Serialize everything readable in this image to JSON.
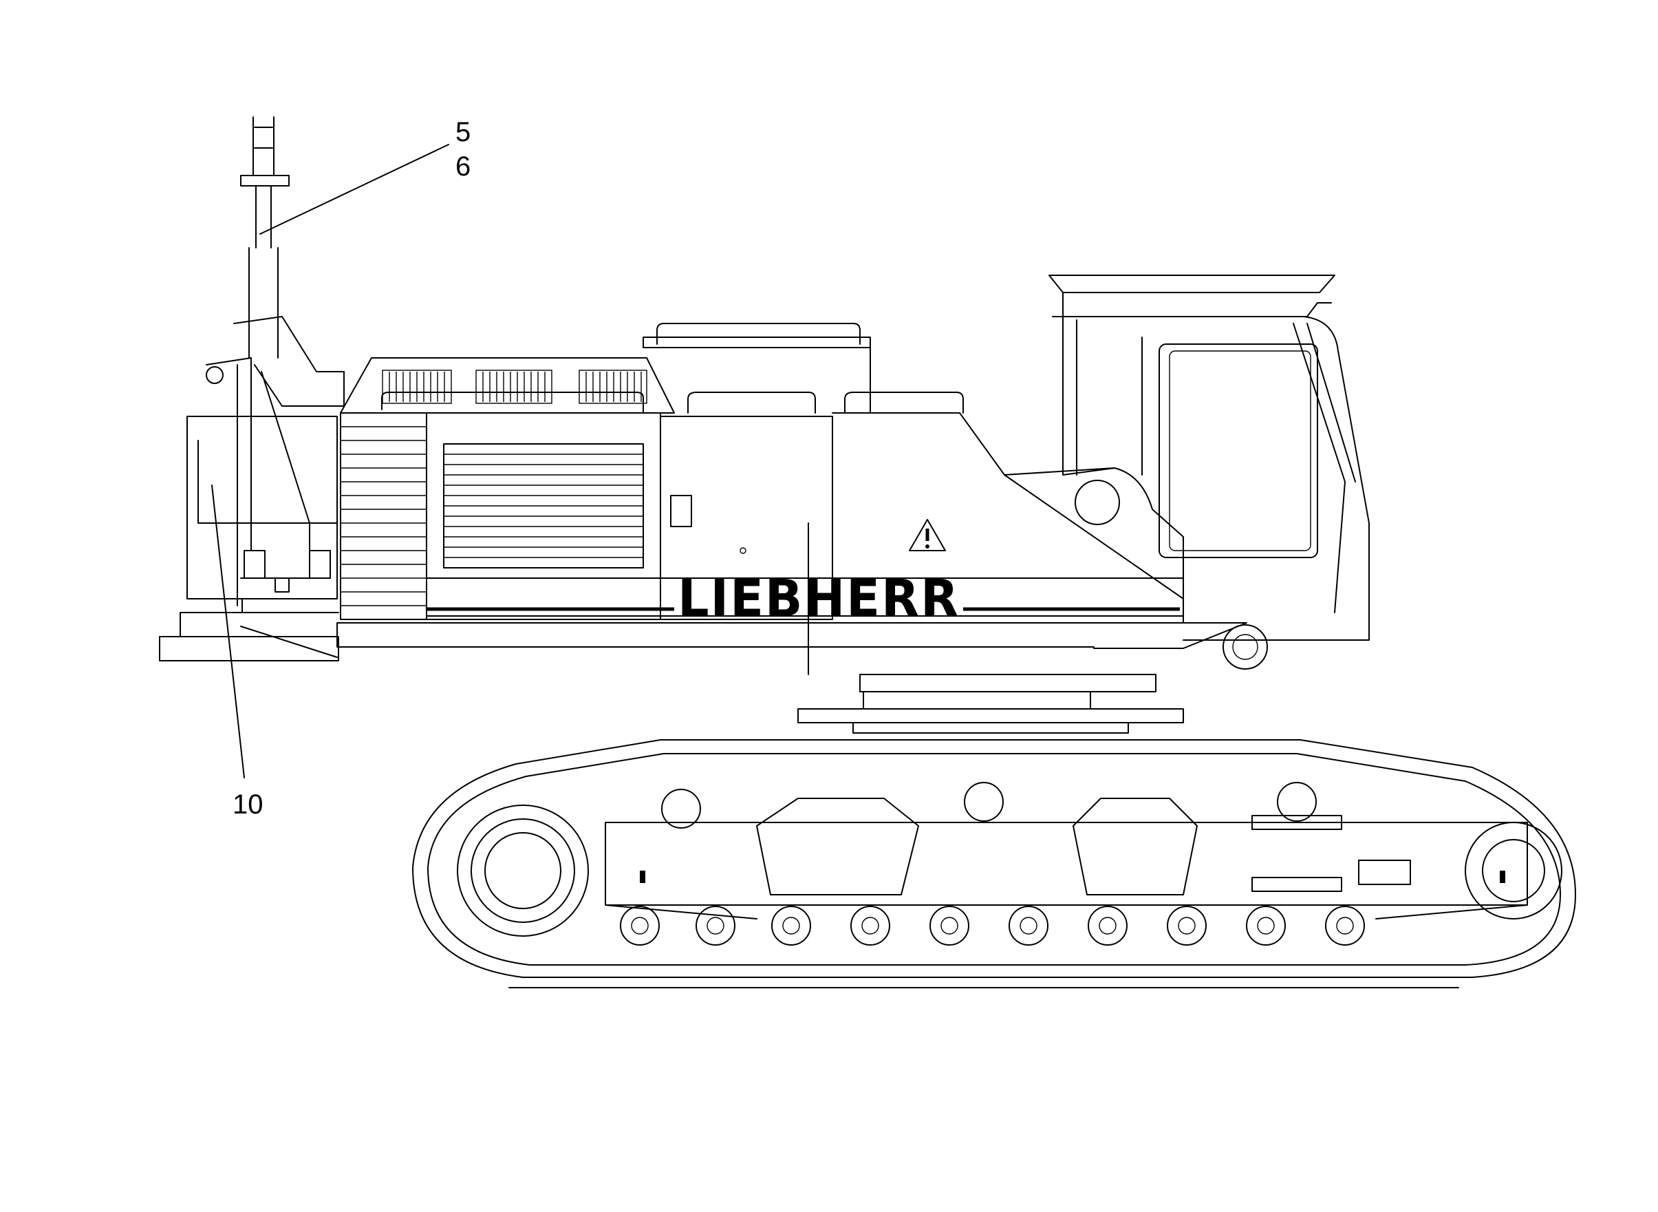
{
  "callouts": [
    {
      "id": "5",
      "label": "5"
    },
    {
      "id": "6",
      "label": "6"
    },
    {
      "id": "10",
      "label": "10"
    }
  ],
  "logo_text": "LIEBHERR"
}
